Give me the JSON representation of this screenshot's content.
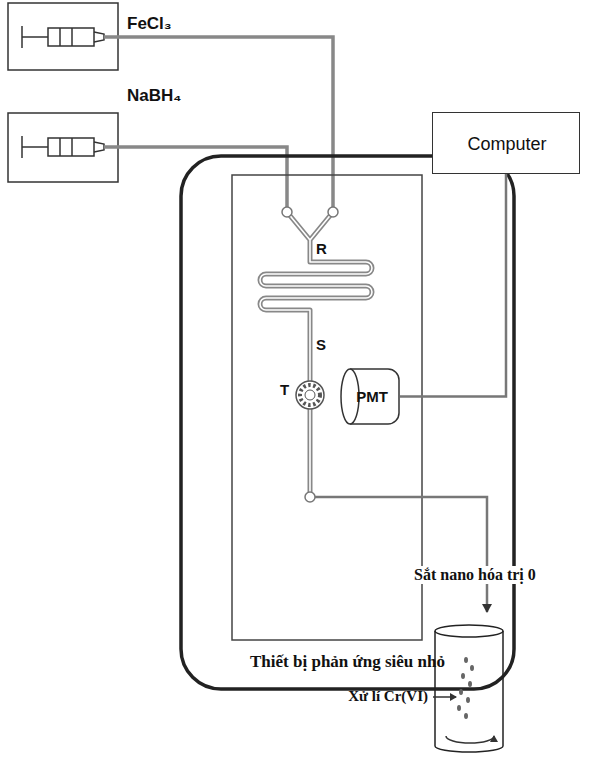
{
  "diagram": {
    "nodes": [
      {
        "text": [
          "Computer"
        ]
      },
      {
        "text": [
          "Thiết bị phản ứng siêu nhỏ"
        ]
      },
      {
        "text": [
          "PMT"
        ],
        "in": 1
      }
    ],
    "edges": [
      {
        "from": 2,
        "to": 0,
        "arrow": "none"
      }
    ],
    "labels": [
      "FeCl₃",
      "NaBH₄",
      "R",
      "S",
      "T",
      "Sắt nano hóa trị 0",
      "Xử lí Cr(VI)"
    ]
  }
}
